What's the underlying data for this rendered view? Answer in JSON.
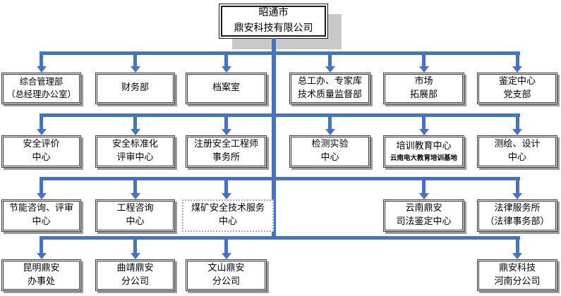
{
  "org_chart": {
    "root_label": "昭通市\n鼎安科技有限公司",
    "level2": [
      "综合管理部\n（总经理办公室）",
      "财务部",
      "档案室",
      "总工办、专家库\n技术质量监督部",
      "市场\n拓展部",
      "鉴定中心\n党支部"
    ],
    "level3": [
      "安全评价\n中心",
      "安全标准化\n评审中心",
      "注册安全工程师\n事务所",
      "检测实验\n中心",
      "培训教育中心",
      "测绘、设计\n中心"
    ],
    "level3_training_subtitle": "云南电大教育培训基地",
    "level4": [
      "节能咨询、评审\n中心",
      "工程咨询\n中心",
      "煤矿安全技术服务\n中心",
      "云南鼎安\n司法鉴定中心",
      "法律服务所\n（法律事务部）"
    ],
    "level5": [
      "昆明鼎安\n办事处",
      "曲靖鼎安\n分公司",
      "文山鼎安\n分公司",
      "鼎安科技\n河南分公司"
    ],
    "colors": {
      "connector_blue": "#4472C4",
      "root_shadow_gray": "#C9C9C9",
      "box_shadow_gray": "#9A9AA0",
      "border_black": "#333333"
    }
  }
}
